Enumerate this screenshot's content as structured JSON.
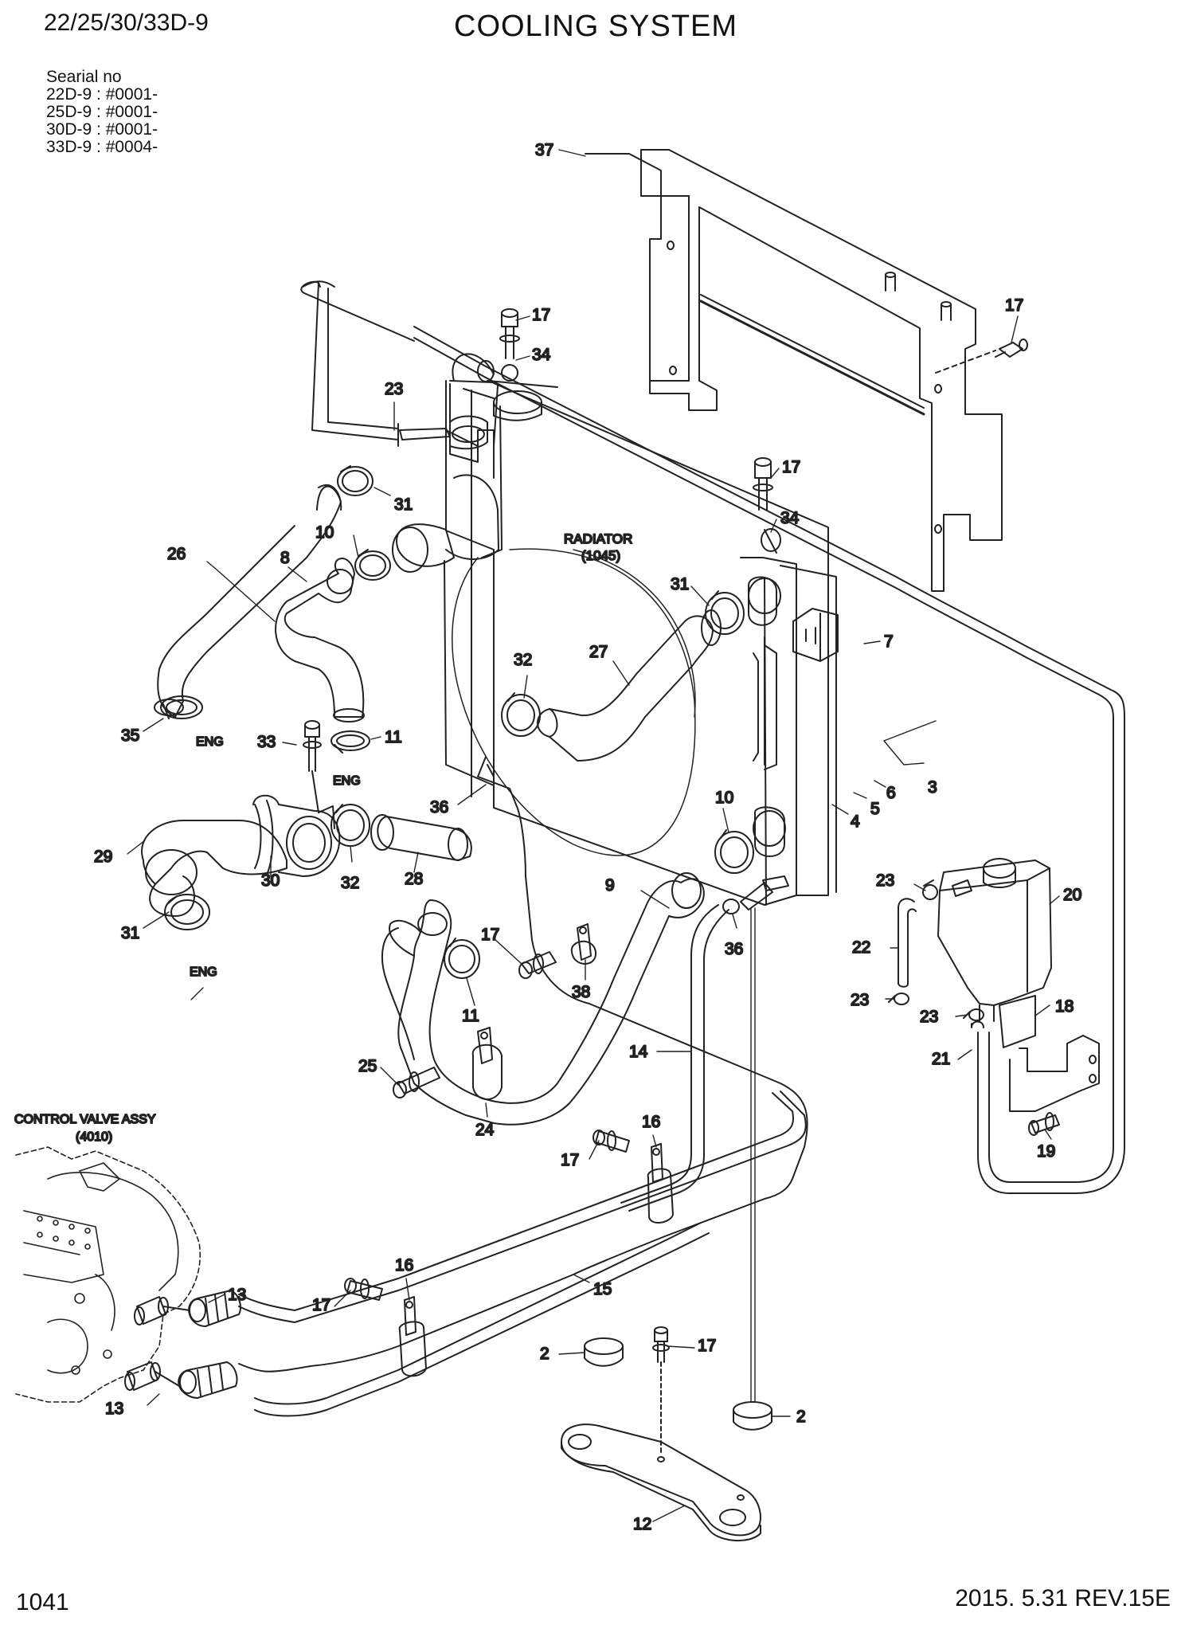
{
  "header": {
    "models": "22/25/30/33D-9",
    "title": "COOLING SYSTEM",
    "serial_heading": "Searial no",
    "serials": [
      "22D-9 : #0001-",
      "25D-9 : #0001-",
      "30D-9 : #0001-",
      "33D-9 : #0004-"
    ]
  },
  "footer": {
    "page_number": "1041",
    "revision": "2015. 5.31  REV.15E"
  },
  "component_labels": {
    "radiator": "RADIATOR",
    "radiator_ref": "(1045)",
    "control_valve": "CONTROL VALVE ASSY",
    "control_valve_ref": "(4010)",
    "eng": "ENG"
  },
  "callouts": [
    {
      "id": "c-37",
      "label": "37"
    },
    {
      "id": "c-17a",
      "label": "17"
    },
    {
      "id": "c-34a",
      "label": "34"
    },
    {
      "id": "c-17b",
      "label": "17"
    },
    {
      "id": "c-23a",
      "label": "23"
    },
    {
      "id": "c-17c",
      "label": "17"
    },
    {
      "id": "c-34b",
      "label": "34"
    },
    {
      "id": "c-31a",
      "label": "31"
    },
    {
      "id": "c-26",
      "label": "26"
    },
    {
      "id": "c-10a",
      "label": "10"
    },
    {
      "id": "c-8",
      "label": "8"
    },
    {
      "id": "c-31b",
      "label": "31"
    },
    {
      "id": "c-7",
      "label": "7"
    },
    {
      "id": "c-32a",
      "label": "32"
    },
    {
      "id": "c-27",
      "label": "27"
    },
    {
      "id": "c-35",
      "label": "35"
    },
    {
      "id": "c-33",
      "label": "33"
    },
    {
      "id": "c-11a",
      "label": "11"
    },
    {
      "id": "c-36a",
      "label": "36"
    },
    {
      "id": "c-3",
      "label": "3"
    },
    {
      "id": "c-6",
      "label": "6"
    },
    {
      "id": "c-5",
      "label": "5"
    },
    {
      "id": "c-4",
      "label": "4"
    },
    {
      "id": "c-10b",
      "label": "10"
    },
    {
      "id": "c-29",
      "label": "29"
    },
    {
      "id": "c-30",
      "label": "30"
    },
    {
      "id": "c-32b",
      "label": "32"
    },
    {
      "id": "c-28",
      "label": "28"
    },
    {
      "id": "c-9",
      "label": "9"
    },
    {
      "id": "c-23b",
      "label": "23"
    },
    {
      "id": "c-20",
      "label": "20"
    },
    {
      "id": "c-31c",
      "label": "31"
    },
    {
      "id": "c-17d",
      "label": "17"
    },
    {
      "id": "c-36b",
      "label": "36"
    },
    {
      "id": "c-22",
      "label": "22"
    },
    {
      "id": "c-11b",
      "label": "11"
    },
    {
      "id": "c-38",
      "label": "38"
    },
    {
      "id": "c-23c",
      "label": "23"
    },
    {
      "id": "c-23d",
      "label": "23"
    },
    {
      "id": "c-18",
      "label": "18"
    },
    {
      "id": "c-14",
      "label": "14"
    },
    {
      "id": "c-21",
      "label": "21"
    },
    {
      "id": "c-25",
      "label": "25"
    },
    {
      "id": "c-24",
      "label": "24"
    },
    {
      "id": "c-16a",
      "label": "16"
    },
    {
      "id": "c-17e",
      "label": "17"
    },
    {
      "id": "c-19",
      "label": "19"
    },
    {
      "id": "c-16b",
      "label": "16"
    },
    {
      "id": "c-13a",
      "label": "13"
    },
    {
      "id": "c-15",
      "label": "15"
    },
    {
      "id": "c-17f",
      "label": "17"
    },
    {
      "id": "c-2a",
      "label": "2"
    },
    {
      "id": "c-17g",
      "label": "17"
    },
    {
      "id": "c-2b",
      "label": "2"
    },
    {
      "id": "c-13b",
      "label": "13"
    },
    {
      "id": "c-12",
      "label": "12"
    }
  ]
}
